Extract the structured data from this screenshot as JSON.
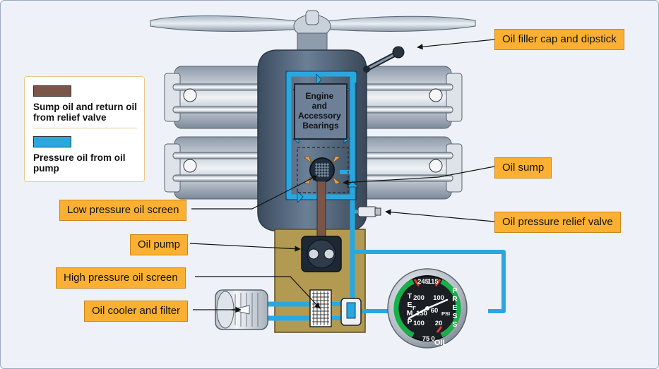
{
  "legend": {
    "items": [
      {
        "label": "Sump oil and return oil from relief valve",
        "color": "#7a5548"
      },
      {
        "label": "Pressure oil from oil pump",
        "color": "#29a8e0"
      }
    ]
  },
  "engine_label": [
    "Engine",
    "and",
    "Accessory",
    "Bearings"
  ],
  "callouts": {
    "filler": "Oil filler cap and dipstick",
    "sump": "Oil sump",
    "low_screen": "Low pressure oil screen",
    "relief": "Oil pressure relief valve",
    "pump": "Oil pump",
    "high_screen": "High pressure oil screen",
    "cooler": "Oil cooler and filter"
  },
  "gauge": {
    "temp_letters": [
      "T",
      "E",
      "M",
      "P"
    ],
    "press_letters": [
      "P",
      "R",
      "E",
      "S",
      "S"
    ],
    "temp_ticks": [
      "245",
      "200",
      "150",
      "100",
      "75"
    ],
    "press_ticks": [
      "115",
      "100",
      "60",
      "20",
      "0"
    ],
    "deg_f": "°F",
    "psi": "PSI",
    "oil": "OIL"
  },
  "colors": {
    "callout": "#fbb033",
    "pressure_oil": "#29a8e0",
    "sump_oil": "#7a5548",
    "sump_box": "#b39a52",
    "engine_body": "#4f6278"
  }
}
